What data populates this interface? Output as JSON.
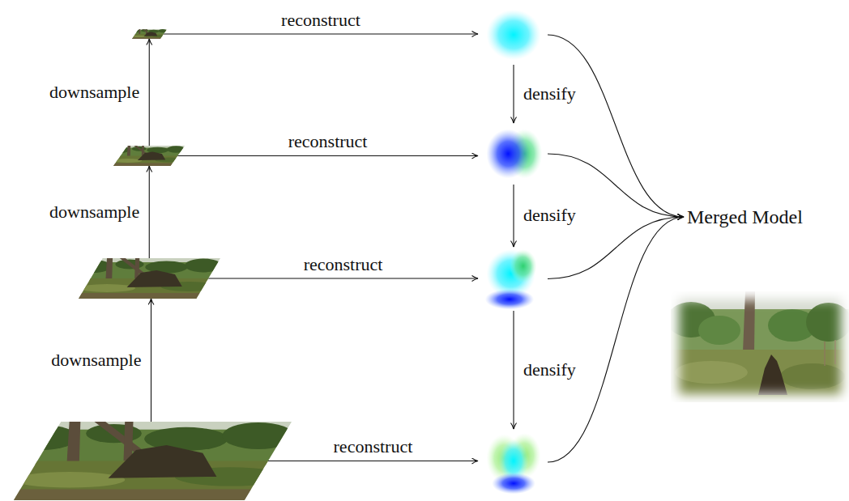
{
  "diagram": {
    "nodes": [
      {
        "text": []
      },
      {
        "text": []
      },
      {
        "text": []
      },
      {
        "text": []
      },
      {
        "text": []
      },
      {
        "text": []
      },
      {
        "text": []
      },
      {
        "text": []
      },
      {
        "text": [
          "Merged Model"
        ]
      }
    ],
    "edges": [
      {
        "from": 0,
        "to": 4,
        "label": "reconstruct",
        "arrow": "to"
      },
      {
        "from": 1,
        "to": 5,
        "label": "reconstruct",
        "arrow": "to"
      },
      {
        "from": 2,
        "to": 6,
        "label": "reconstruct",
        "arrow": "to"
      },
      {
        "from": 3,
        "to": 7,
        "label": "reconstruct",
        "arrow": "to"
      },
      {
        "from": 1,
        "to": 0,
        "label": "downsample",
        "arrow": "to"
      },
      {
        "from": 2,
        "to": 1,
        "label": "downsample",
        "arrow": "to"
      },
      {
        "from": 3,
        "to": 2,
        "label": "downsample",
        "arrow": "to"
      },
      {
        "from": 4,
        "to": 5,
        "label": "densify",
        "arrow": "to"
      },
      {
        "from": 5,
        "to": 6,
        "label": "densify",
        "arrow": "to"
      },
      {
        "from": 6,
        "to": 7,
        "label": "densify",
        "arrow": "to"
      },
      {
        "from": 4,
        "to": 8,
        "arrow": "to"
      },
      {
        "from": 5,
        "to": 8,
        "arrow": "to"
      },
      {
        "from": 6,
        "to": 8,
        "arrow": "to"
      },
      {
        "from": 7,
        "to": 8,
        "arrow": "to"
      }
    ]
  }
}
